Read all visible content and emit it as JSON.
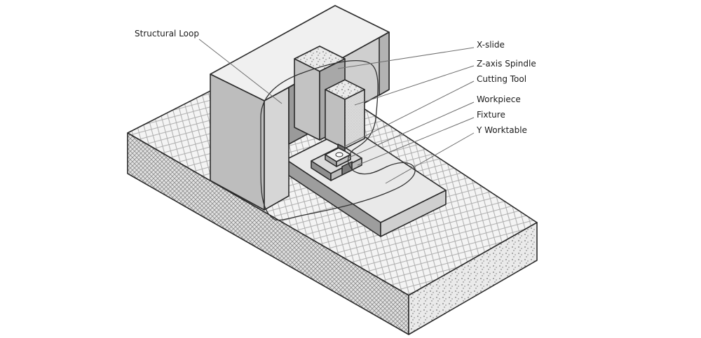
{
  "labels": {
    "structural_loop": "Structural Loop",
    "x_slide": "X-slide",
    "z_axis_spindle": "Z-axis Spindle",
    "cutting_tool": "Cutting Tool",
    "workpiece": "Workpiece",
    "fixture": "Fixture",
    "y_worktable": "Y Worktable"
  }
}
